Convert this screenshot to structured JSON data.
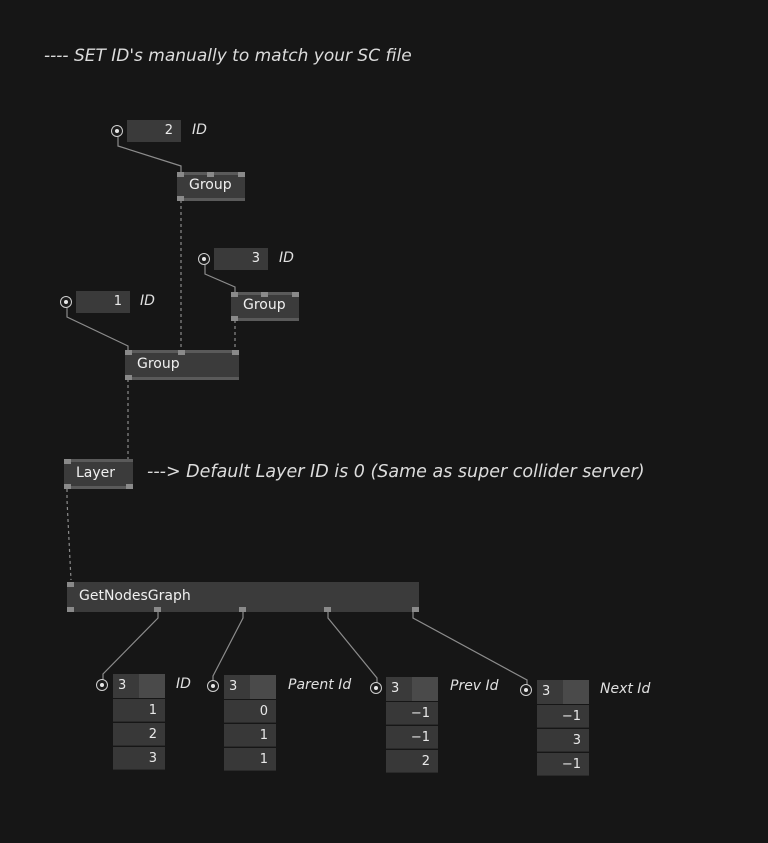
{
  "comments": {
    "top": "---- SET ID's manually to match your SC file",
    "layer": "---> Default Layer ID is 0 (Same as super collider server)"
  },
  "id_inputs": [
    {
      "value": "2",
      "label": "ID"
    },
    {
      "value": "3",
      "label": "ID"
    },
    {
      "value": "1",
      "label": "ID"
    }
  ],
  "nodes": {
    "group_a": "Group",
    "group_b": "Group",
    "group_c": "Group",
    "layer": "Layer",
    "get_nodes_graph": "GetNodesGraph"
  },
  "outputs": [
    {
      "label": "ID",
      "count": "3",
      "values": [
        "1",
        "2",
        "3"
      ]
    },
    {
      "label": "Parent Id",
      "count": "3",
      "values": [
        "0",
        "1",
        "1"
      ]
    },
    {
      "label": "Prev Id",
      "count": "3",
      "values": [
        "−1",
        "−1",
        "2"
      ]
    },
    {
      "label": "Next Id",
      "count": "3",
      "values": [
        "−1",
        "3",
        "−1"
      ]
    }
  ],
  "colors": {
    "background": "#161616",
    "node": "#3b3b3b",
    "link": "#8c8c8c"
  }
}
